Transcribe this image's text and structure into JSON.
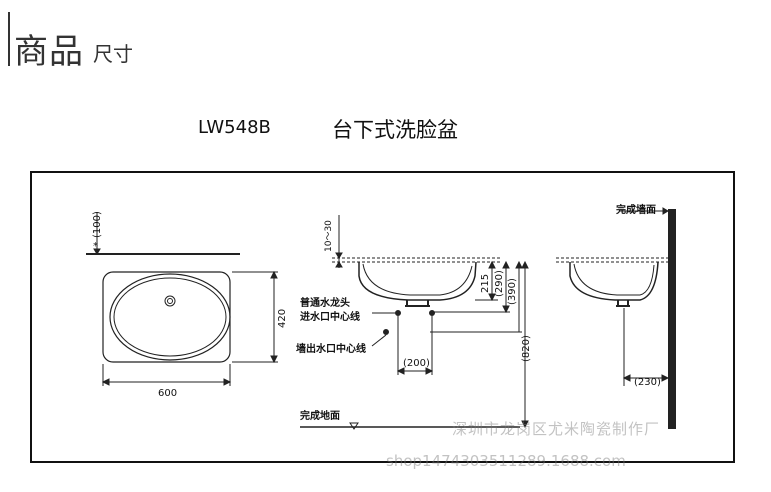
{
  "header": {
    "title": "商品",
    "subtitle": "尺寸"
  },
  "product": {
    "model": "LW548B",
    "title": "台下式洗脸盆"
  },
  "drawing": {
    "top_view": {
      "dim_top": "(100)",
      "asterisk": "*",
      "width": "600",
      "depth": "420"
    },
    "side_view": {
      "dim_rim": "10～30",
      "dim_215": "215",
      "dim_290": "(290)",
      "dim_390": "(390)",
      "dim_820": "(820)",
      "dim_200": "(200)",
      "label_supply": "普通水龙头",
      "label_supply_2": "进水口中心线",
      "label_drain": "墙出水口中心线",
      "label_floor": "完成地面"
    },
    "end_view": {
      "label_wall": "完成墙面",
      "dim_230": "(230)"
    }
  },
  "watermark": {
    "line1": "深圳市龙岗区尤米陶瓷制作厂",
    "line2": "shop1474303511289.1688.com"
  }
}
